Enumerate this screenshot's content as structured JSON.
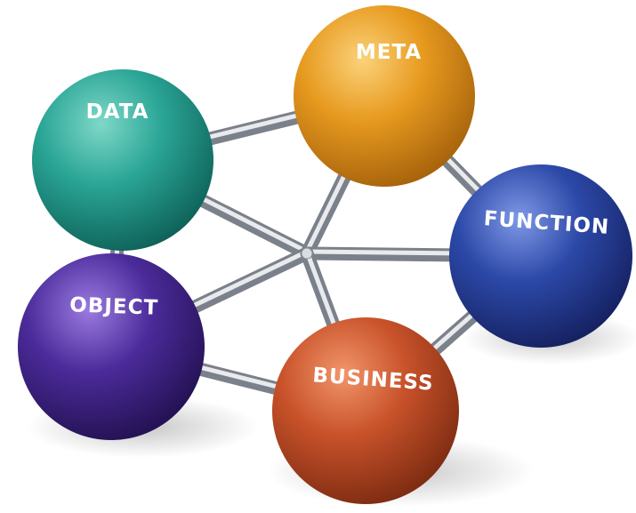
{
  "nodes": [
    {
      "id": "data",
      "label": "DATA",
      "color": "#2aa596"
    },
    {
      "id": "meta",
      "label": "META",
      "color": "#e79a1f"
    },
    {
      "id": "function",
      "label": "FUNCTION",
      "color": "#2c49a8"
    },
    {
      "id": "object",
      "label": "OBJECT",
      "color": "#4b2b9a"
    },
    {
      "id": "business",
      "label": "BUSINESS",
      "color": "#c8522a"
    }
  ],
  "edges": [
    [
      "data",
      "meta"
    ],
    [
      "data",
      "object"
    ],
    [
      "meta",
      "function"
    ],
    [
      "function",
      "business"
    ],
    [
      "object",
      "business"
    ],
    [
      "data",
      "hub"
    ],
    [
      "meta",
      "hub"
    ],
    [
      "function",
      "hub"
    ],
    [
      "object",
      "hub"
    ],
    [
      "business",
      "hub"
    ]
  ]
}
